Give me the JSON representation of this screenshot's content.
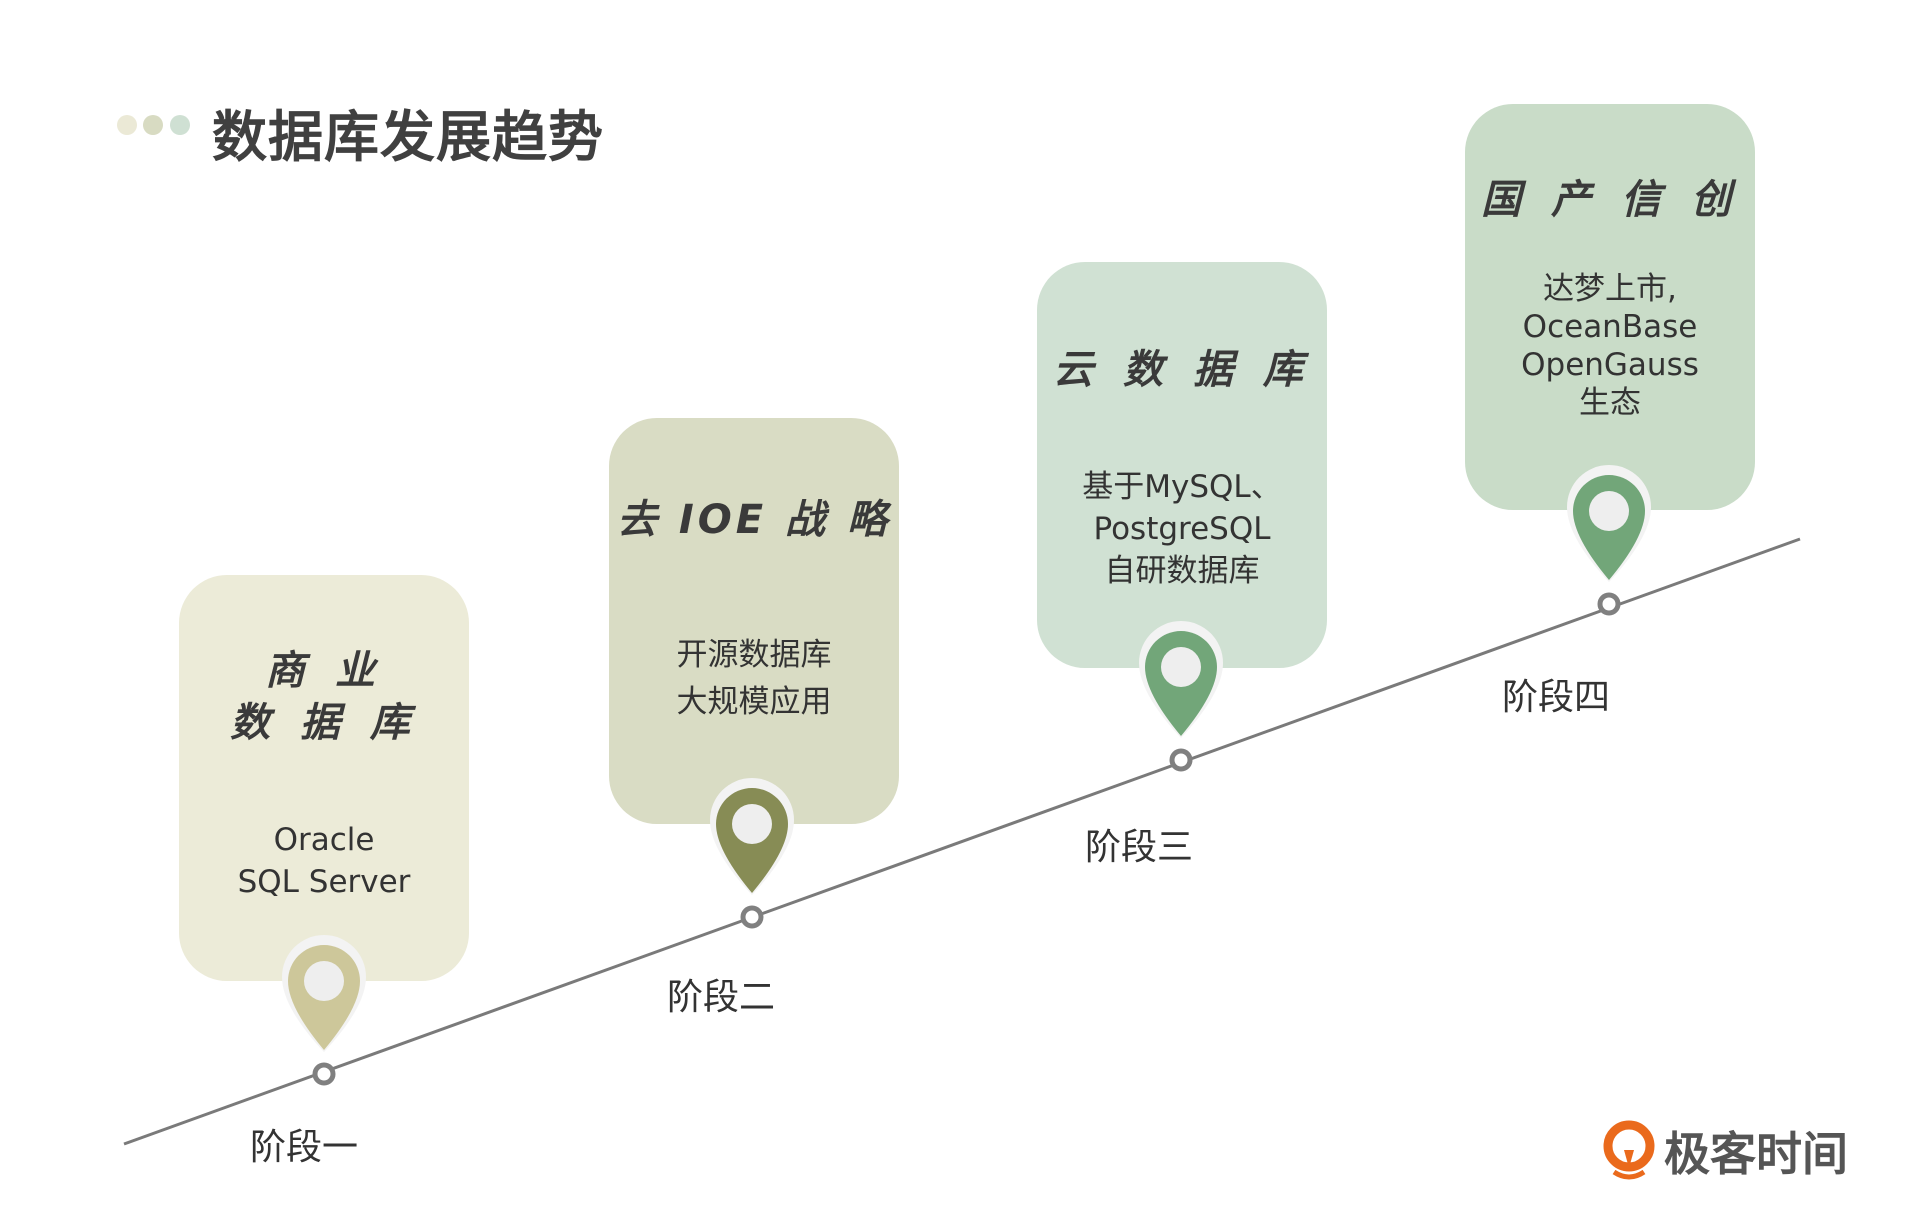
{
  "title": "数据库发展趋势",
  "colors": {
    "dot1": "#ebe9d6",
    "dot2": "#d8dbc2",
    "dot3": "#cfe0d3"
  },
  "stages": [
    {
      "heading": "商 业\n数 据 库",
      "body": "Oracle\nSQL Server",
      "label": "阶段一",
      "card": "#ecebd8",
      "pin": "#cdc79a"
    },
    {
      "heading": "去 IOE 战 略",
      "body": "开源数据库\n大规模应用",
      "label": "阶段二",
      "card": "#d9dcc4",
      "pin": "#878c55"
    },
    {
      "heading": "云 数 据 库",
      "body": "基于MySQL、\nPostgreSQL\n自研数据库",
      "label": "阶段三",
      "card": "#d0e1d3",
      "pin": "#72a679"
    },
    {
      "heading": "国 产 信 创",
      "body": "达梦上市,\nOceanBase\nOpenGauss\n生态",
      "label": "阶段四",
      "card": "#c9dcc8",
      "pin": "#72a679"
    }
  ],
  "logo": {
    "text": "极客时间",
    "icon": "geektime-logo-icon"
  }
}
